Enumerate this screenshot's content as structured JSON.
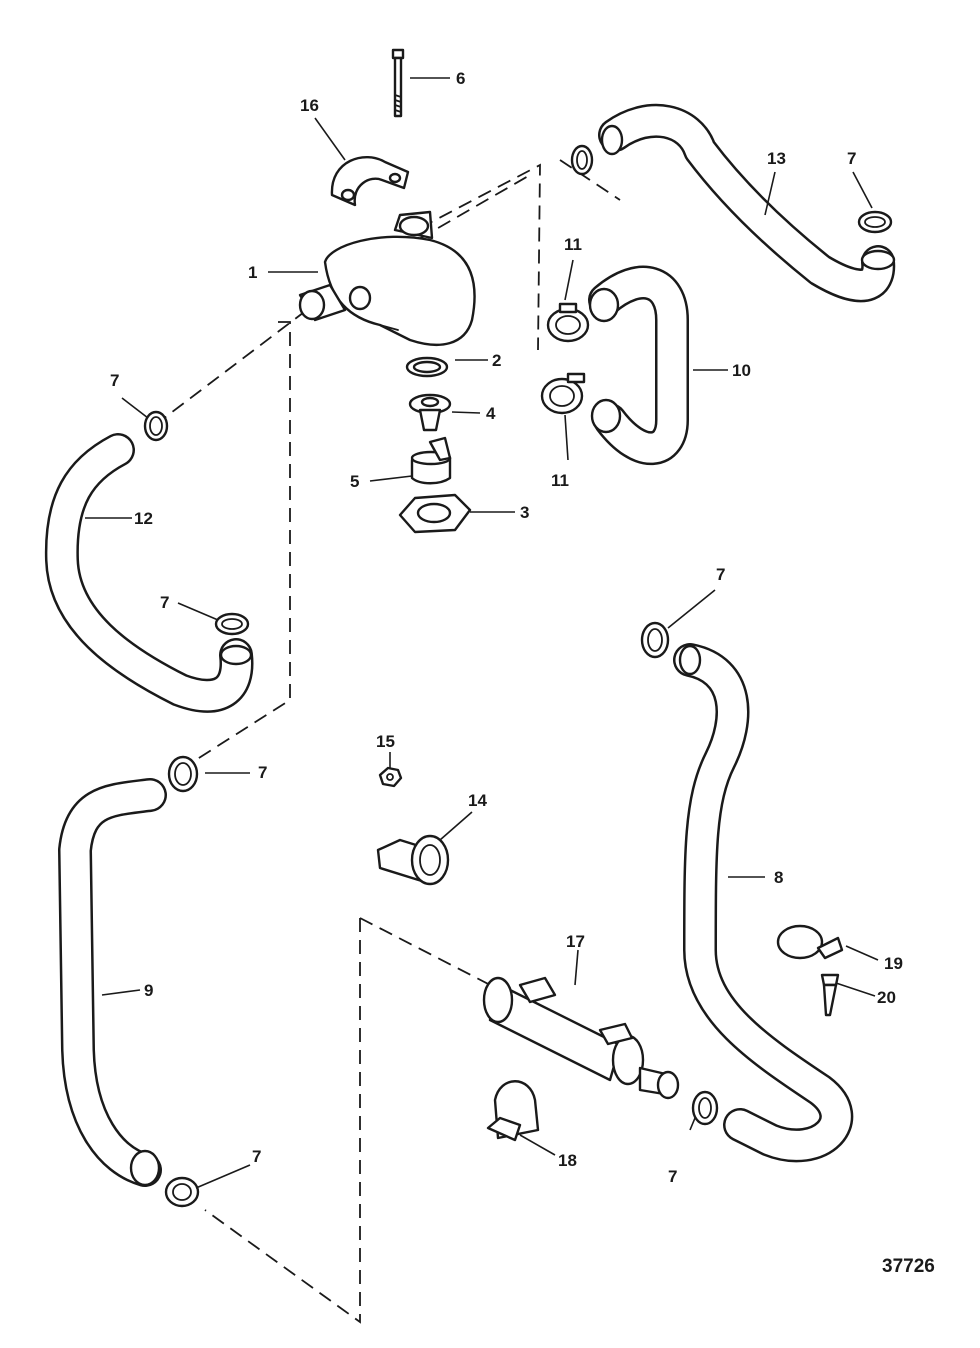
{
  "figure_number": "37726",
  "callouts": {
    "c1": "1",
    "c2": "2",
    "c3": "3",
    "c4": "4",
    "c5": "5",
    "c6": "6",
    "c7": "7",
    "c8": "8",
    "c9": "9",
    "c10": "10",
    "c11": "11",
    "c12": "12",
    "c13": "13",
    "c14": "14",
    "c15": "15",
    "c16": "16",
    "c17": "17",
    "c18": "18",
    "c19": "19",
    "c20": "20"
  }
}
